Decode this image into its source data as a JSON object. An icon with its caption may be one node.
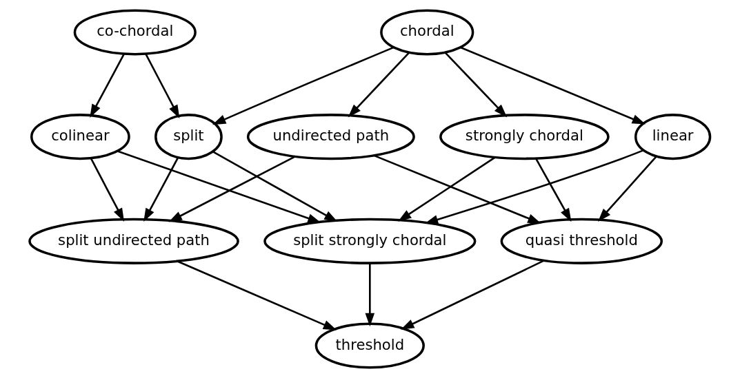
{
  "diagram": {
    "nodes": [
      {
        "text": [
          "co-chordal"
        ]
      },
      {
        "text": [
          "chordal"
        ]
      },
      {
        "text": [
          "colinear"
        ]
      },
      {
        "text": [
          "split"
        ]
      },
      {
        "text": [
          "undirected path"
        ]
      },
      {
        "text": [
          "strongly chordal"
        ]
      },
      {
        "text": [
          "linear"
        ]
      },
      {
        "text": [
          "split undirected path"
        ]
      },
      {
        "text": [
          "split strongly chordal"
        ]
      },
      {
        "text": [
          "quasi threshold"
        ]
      },
      {
        "text": [
          "threshold"
        ]
      }
    ],
    "edges": [
      {
        "from": 0,
        "to": 2,
        "arrow": "to"
      },
      {
        "from": 0,
        "to": 3,
        "arrow": "to"
      },
      {
        "from": 1,
        "to": 3,
        "arrow": "to"
      },
      {
        "from": 1,
        "to": 4,
        "arrow": "to"
      },
      {
        "from": 1,
        "to": 5,
        "arrow": "to"
      },
      {
        "from": 1,
        "to": 6,
        "arrow": "to"
      },
      {
        "from": 2,
        "to": 7,
        "arrow": "to"
      },
      {
        "from": 2,
        "to": 8,
        "arrow": "to"
      },
      {
        "from": 3,
        "to": 7,
        "arrow": "to"
      },
      {
        "from": 3,
        "to": 8,
        "arrow": "to"
      },
      {
        "from": 4,
        "to": 7,
        "arrow": "to"
      },
      {
        "from": 4,
        "to": 9,
        "arrow": "to"
      },
      {
        "from": 5,
        "to": 8,
        "arrow": "to"
      },
      {
        "from": 5,
        "to": 9,
        "arrow": "to"
      },
      {
        "from": 6,
        "to": 8,
        "arrow": "to"
      },
      {
        "from": 6,
        "to": 9,
        "arrow": "to"
      },
      {
        "from": 7,
        "to": 10,
        "arrow": "to"
      },
      {
        "from": 8,
        "to": 10,
        "arrow": "to"
      },
      {
        "from": 9,
        "to": 10,
        "arrow": "to"
      }
    ]
  }
}
